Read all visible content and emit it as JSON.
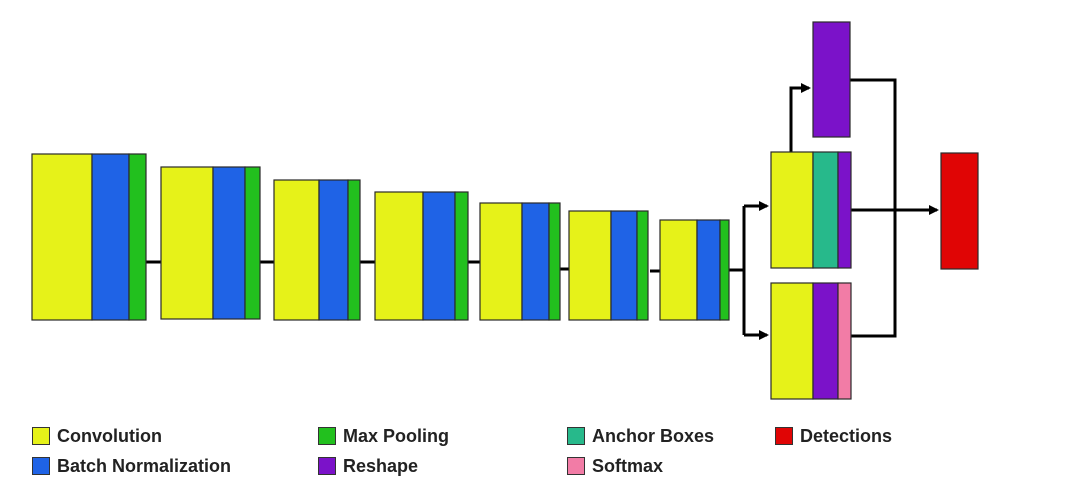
{
  "colors": {
    "convolution": "#e6f219",
    "batch_normalization": "#1f63e6",
    "max_pooling": "#22c01e",
    "reshape": "#7b12c9",
    "anchor_boxes": "#27b98b",
    "softmax": "#f27ca6",
    "detections": "#e00505",
    "arrow": "#000000"
  },
  "legend": {
    "convolution": "Convolution",
    "batch_normalization": "Batch Normalization",
    "max_pooling": "Max Pooling",
    "reshape": "Reshape",
    "anchor_boxes": "Anchor Boxes",
    "softmax": "Softmax",
    "detections": "Detections"
  },
  "network": {
    "backbone_blocks": [
      {
        "layers": [
          "convolution",
          "batch_normalization",
          "max_pooling"
        ]
      },
      {
        "layers": [
          "convolution",
          "batch_normalization",
          "max_pooling"
        ]
      },
      {
        "layers": [
          "convolution",
          "batch_normalization",
          "max_pooling"
        ]
      },
      {
        "layers": [
          "convolution",
          "batch_normalization",
          "max_pooling"
        ]
      },
      {
        "layers": [
          "convolution",
          "batch_normalization",
          "max_pooling"
        ]
      },
      {
        "layers": [
          "convolution",
          "batch_normalization",
          "max_pooling"
        ]
      },
      {
        "layers": [
          "convolution",
          "batch_normalization",
          "max_pooling"
        ]
      }
    ],
    "head_blocks": [
      {
        "layers": [
          "reshape"
        ]
      },
      {
        "layers": [
          "convolution",
          "anchor_boxes",
          "reshape"
        ]
      },
      {
        "layers": [
          "convolution",
          "reshape",
          "softmax"
        ]
      }
    ],
    "output_block": {
      "layers": [
        "detections"
      ]
    }
  }
}
